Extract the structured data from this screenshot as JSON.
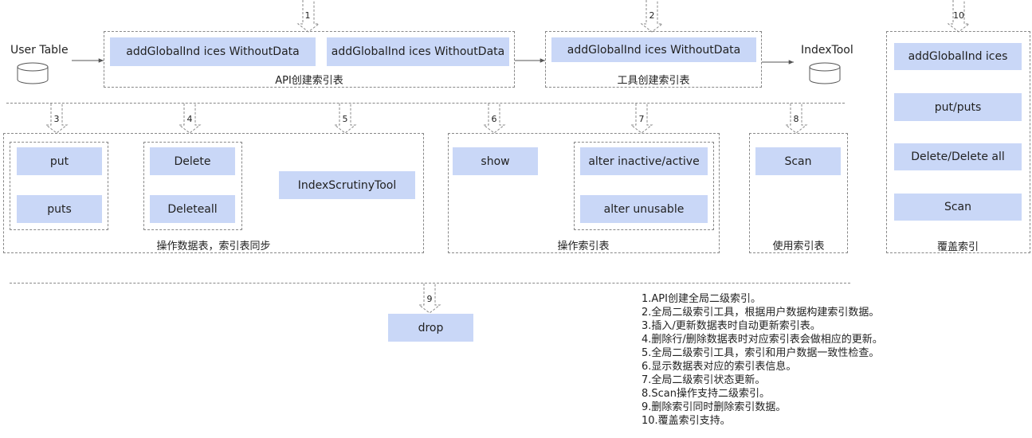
{
  "user_table": {
    "label": "User Table"
  },
  "index_tool": {
    "label": "IndexTool"
  },
  "api_group": {
    "title": "API创建索引表",
    "boxes": [
      "addGlobalInd ices WithoutData",
      "addGlobalInd ices WithoutData"
    ]
  },
  "tool_group": {
    "title": "工具创建索引表",
    "boxes": [
      "addGlobalInd ices WithoutData"
    ]
  },
  "cover_group": {
    "title": "覆盖索引",
    "boxes": [
      "addGlobalInd ices",
      "put/puts",
      "Delete/Delete all",
      "Scan"
    ]
  },
  "data_group": {
    "title": "操作数据表，索引表同步",
    "put": "put",
    "puts": "puts",
    "delete": "Delete",
    "deleteall": "Deleteall",
    "scrutiny": "IndexScrutinyTool"
  },
  "index_ops_group": {
    "title": "操作索引表",
    "show": "show",
    "alter_active": "alter inactive/active",
    "alter_unusable": "alter unusable"
  },
  "use_group": {
    "title": "使用索引表",
    "scan": "Scan"
  },
  "drop": {
    "label": "drop"
  },
  "step_numbers": [
    "1",
    "2",
    "3",
    "4",
    "5",
    "6",
    "7",
    "8",
    "9",
    "10"
  ],
  "notes": [
    "1.API创建全局二级索引。",
    "2.全局二级索引工具，根据用户数据构建索引数据。",
    "3.插入/更新数据表时自动更新索引表。",
    "4.删除行/删除数据表时对应索引表会做相应的更新。",
    "5.全局二级索引工具，索引和用户数据一致性检查。",
    "6.显示数据表对应的索引表信息。",
    "7.全局二级索引状态更新。",
    "8.Scan操作支持二级索引。",
    "9.删除索引同时删除索引数据。",
    "10.覆盖索引支持。"
  ]
}
